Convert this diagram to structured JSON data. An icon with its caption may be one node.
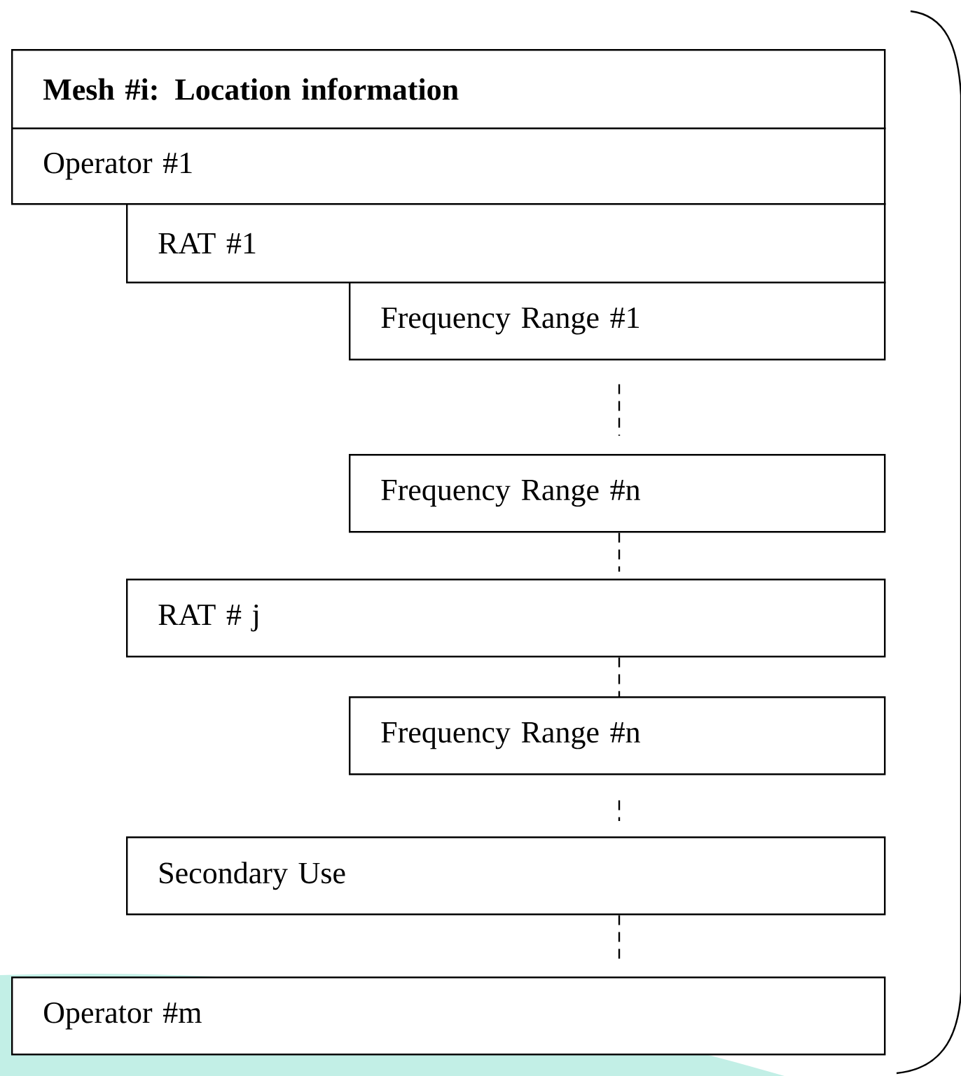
{
  "diagram": {
    "nodes": [
      {
        "text": [
          "Mesh #i: Location information"
        ]
      },
      {
        "text": [
          "Operator #1"
        ]
      },
      {
        "text": [
          "RAT #1"
        ]
      },
      {
        "text": [
          "Frequency Range  #1"
        ]
      },
      {
        "text": [
          "Frequency Range  #n"
        ]
      },
      {
        "text": [
          "RAT # j"
        ]
      },
      {
        "text": [
          "Frequency Range  #n"
        ]
      },
      {
        "text": [
          "Secondary Use"
        ]
      },
      {
        "text": [
          "Operator #m"
        ]
      }
    ],
    "edges": [
      {
        "from": 3,
        "to": 4,
        "arrow": "none",
        "style": "dashed"
      },
      {
        "from": 4,
        "to": 5,
        "arrow": "none",
        "style": "dashed"
      },
      {
        "from": 5,
        "to": 6,
        "arrow": "none",
        "style": "dashed"
      },
      {
        "from": 6,
        "to": 7,
        "arrow": "none",
        "style": "dashed"
      },
      {
        "from": 7,
        "to": 8,
        "arrow": "none",
        "style": "dashed"
      }
    ]
  }
}
